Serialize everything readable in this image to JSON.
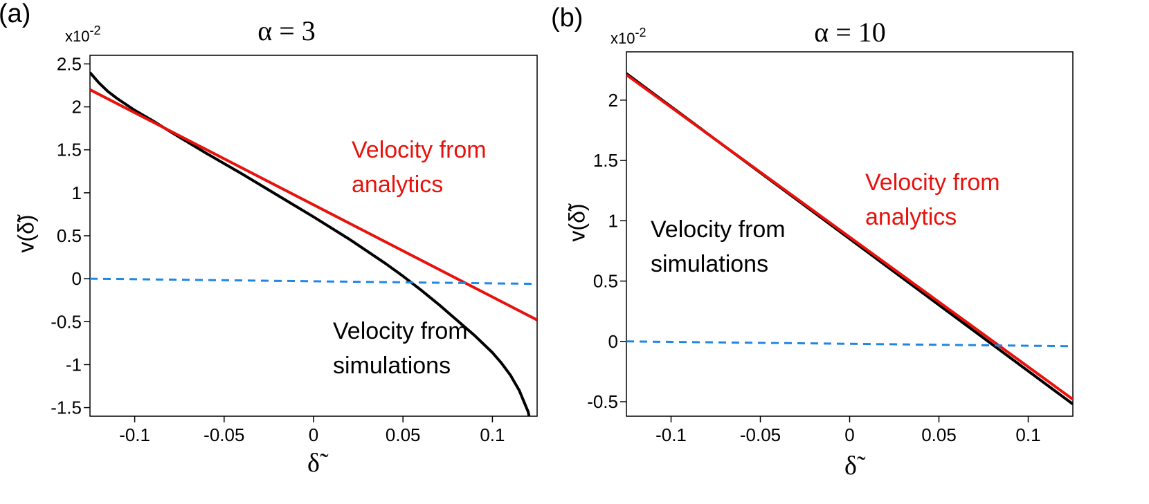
{
  "chart_data": [
    {
      "panel_label": "(a)",
      "type": "line",
      "title": "α = 3",
      "multiplier": "x10",
      "multiplier_exp": "-2",
      "xlabel": "δ̃",
      "ylabel": "v(δ̃)",
      "xlim": [
        -0.125,
        0.125
      ],
      "ylim": [
        -1.6,
        2.6
      ],
      "xticks": [
        -0.1,
        -0.05,
        0,
        0.05,
        0.1
      ],
      "xtick_labels": [
        "-0.1",
        "-0.05",
        "0",
        "0.05",
        "0.1"
      ],
      "yticks": [
        2.5,
        2,
        1.5,
        1,
        0.5,
        0,
        -0.5,
        -1,
        -1.5
      ],
      "ytick_labels": [
        "2.5",
        "2",
        "1.5",
        "1",
        "0.5",
        "0",
        "-0.5",
        "-1",
        "-1.5"
      ],
      "grid": false,
      "series": [
        {
          "color": "#000000",
          "x": [
            -0.125,
            -0.12,
            -0.115,
            -0.11,
            -0.1,
            -0.09,
            -0.08,
            -0.06,
            -0.04,
            -0.02,
            0,
            0.02,
            0.04,
            0.05,
            0.06,
            0.07,
            0.08,
            0.09,
            0.1,
            0.105,
            0.11,
            0.115,
            0.12,
            0.124
          ],
          "y": [
            2.4,
            2.28,
            2.18,
            2.1,
            1.96,
            1.84,
            1.71,
            1.46,
            1.22,
            0.97,
            0.72,
            0.46,
            0.18,
            0.03,
            -0.13,
            -0.3,
            -0.48,
            -0.66,
            -0.86,
            -0.98,
            -1.12,
            -1.3,
            -1.55,
            -1.94
          ]
        },
        {
          "color": "#e8120c",
          "x": [
            -0.125,
            0.125
          ],
          "y": [
            2.2,
            -0.48
          ]
        },
        {
          "color": "#1f86e6",
          "dashed": true,
          "x": [
            -0.125,
            0.125
          ],
          "y": [
            0.0,
            -0.06
          ]
        }
      ],
      "annotations": [
        {
          "text_lines": [
            "Velocity from",
            "analytics"
          ],
          "color": "#e8120c"
        },
        {
          "text_lines": [
            "Velocity from",
            "simulations"
          ],
          "color": "#000000"
        }
      ]
    },
    {
      "panel_label": "(b)",
      "type": "line",
      "title": "α = 10",
      "multiplier": "x10",
      "multiplier_exp": "-2",
      "xlabel": "δ̃",
      "ylabel": "v(δ̃)",
      "xlim": [
        -0.125,
        0.125
      ],
      "ylim": [
        -0.62,
        2.4
      ],
      "xticks": [
        -0.1,
        -0.05,
        0,
        0.05,
        0.1
      ],
      "xtick_labels": [
        "-0.1",
        "-0.05",
        "0",
        "0.05",
        "0.1"
      ],
      "yticks": [
        2,
        1.5,
        1,
        0.5,
        0,
        -0.5
      ],
      "ytick_labels": [
        "2",
        "1.5",
        "1",
        "0.5",
        "0",
        "-0.5"
      ],
      "grid": false,
      "series": [
        {
          "color": "#000000",
          "x": [
            -0.125,
            0.125
          ],
          "y": [
            2.22,
            -0.52
          ]
        },
        {
          "color": "#e8120c",
          "x": [
            -0.125,
            0.125
          ],
          "y": [
            2.21,
            -0.48
          ]
        },
        {
          "color": "#1f86e6",
          "dashed": true,
          "x": [
            -0.125,
            0.125
          ],
          "y": [
            0.0,
            -0.04
          ]
        }
      ],
      "annotations": [
        {
          "text_lines": [
            "Velocity from",
            "analytics"
          ],
          "color": "#e8120c"
        },
        {
          "text_lines": [
            "Velocity from",
            "simulations"
          ],
          "color": "#000000"
        }
      ]
    }
  ]
}
